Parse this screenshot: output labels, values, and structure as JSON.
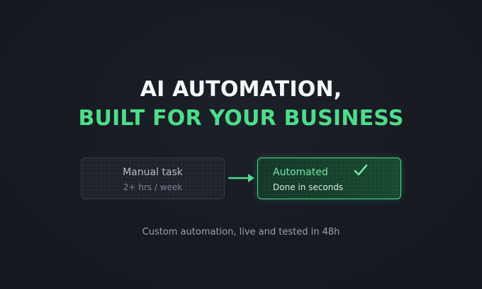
{
  "headline": {
    "line1": "AI AUTOMATION,",
    "line2": "BUILT FOR YOUR BUSINESS"
  },
  "comparison": {
    "before": {
      "title": "Manual task",
      "subtitle": "2+ hrs / week"
    },
    "arrow_icon": "right-arrow-icon",
    "after": {
      "title": "Automated",
      "subtitle": "Done in seconds",
      "icon": "checkmark-icon"
    }
  },
  "caption": "Custom automation, live and tested in 48h",
  "colors": {
    "background": "#171a21",
    "accent_green": "#4fdc8a",
    "headline_white": "#f4f6f8",
    "muted_text": "#9aa1ad"
  }
}
